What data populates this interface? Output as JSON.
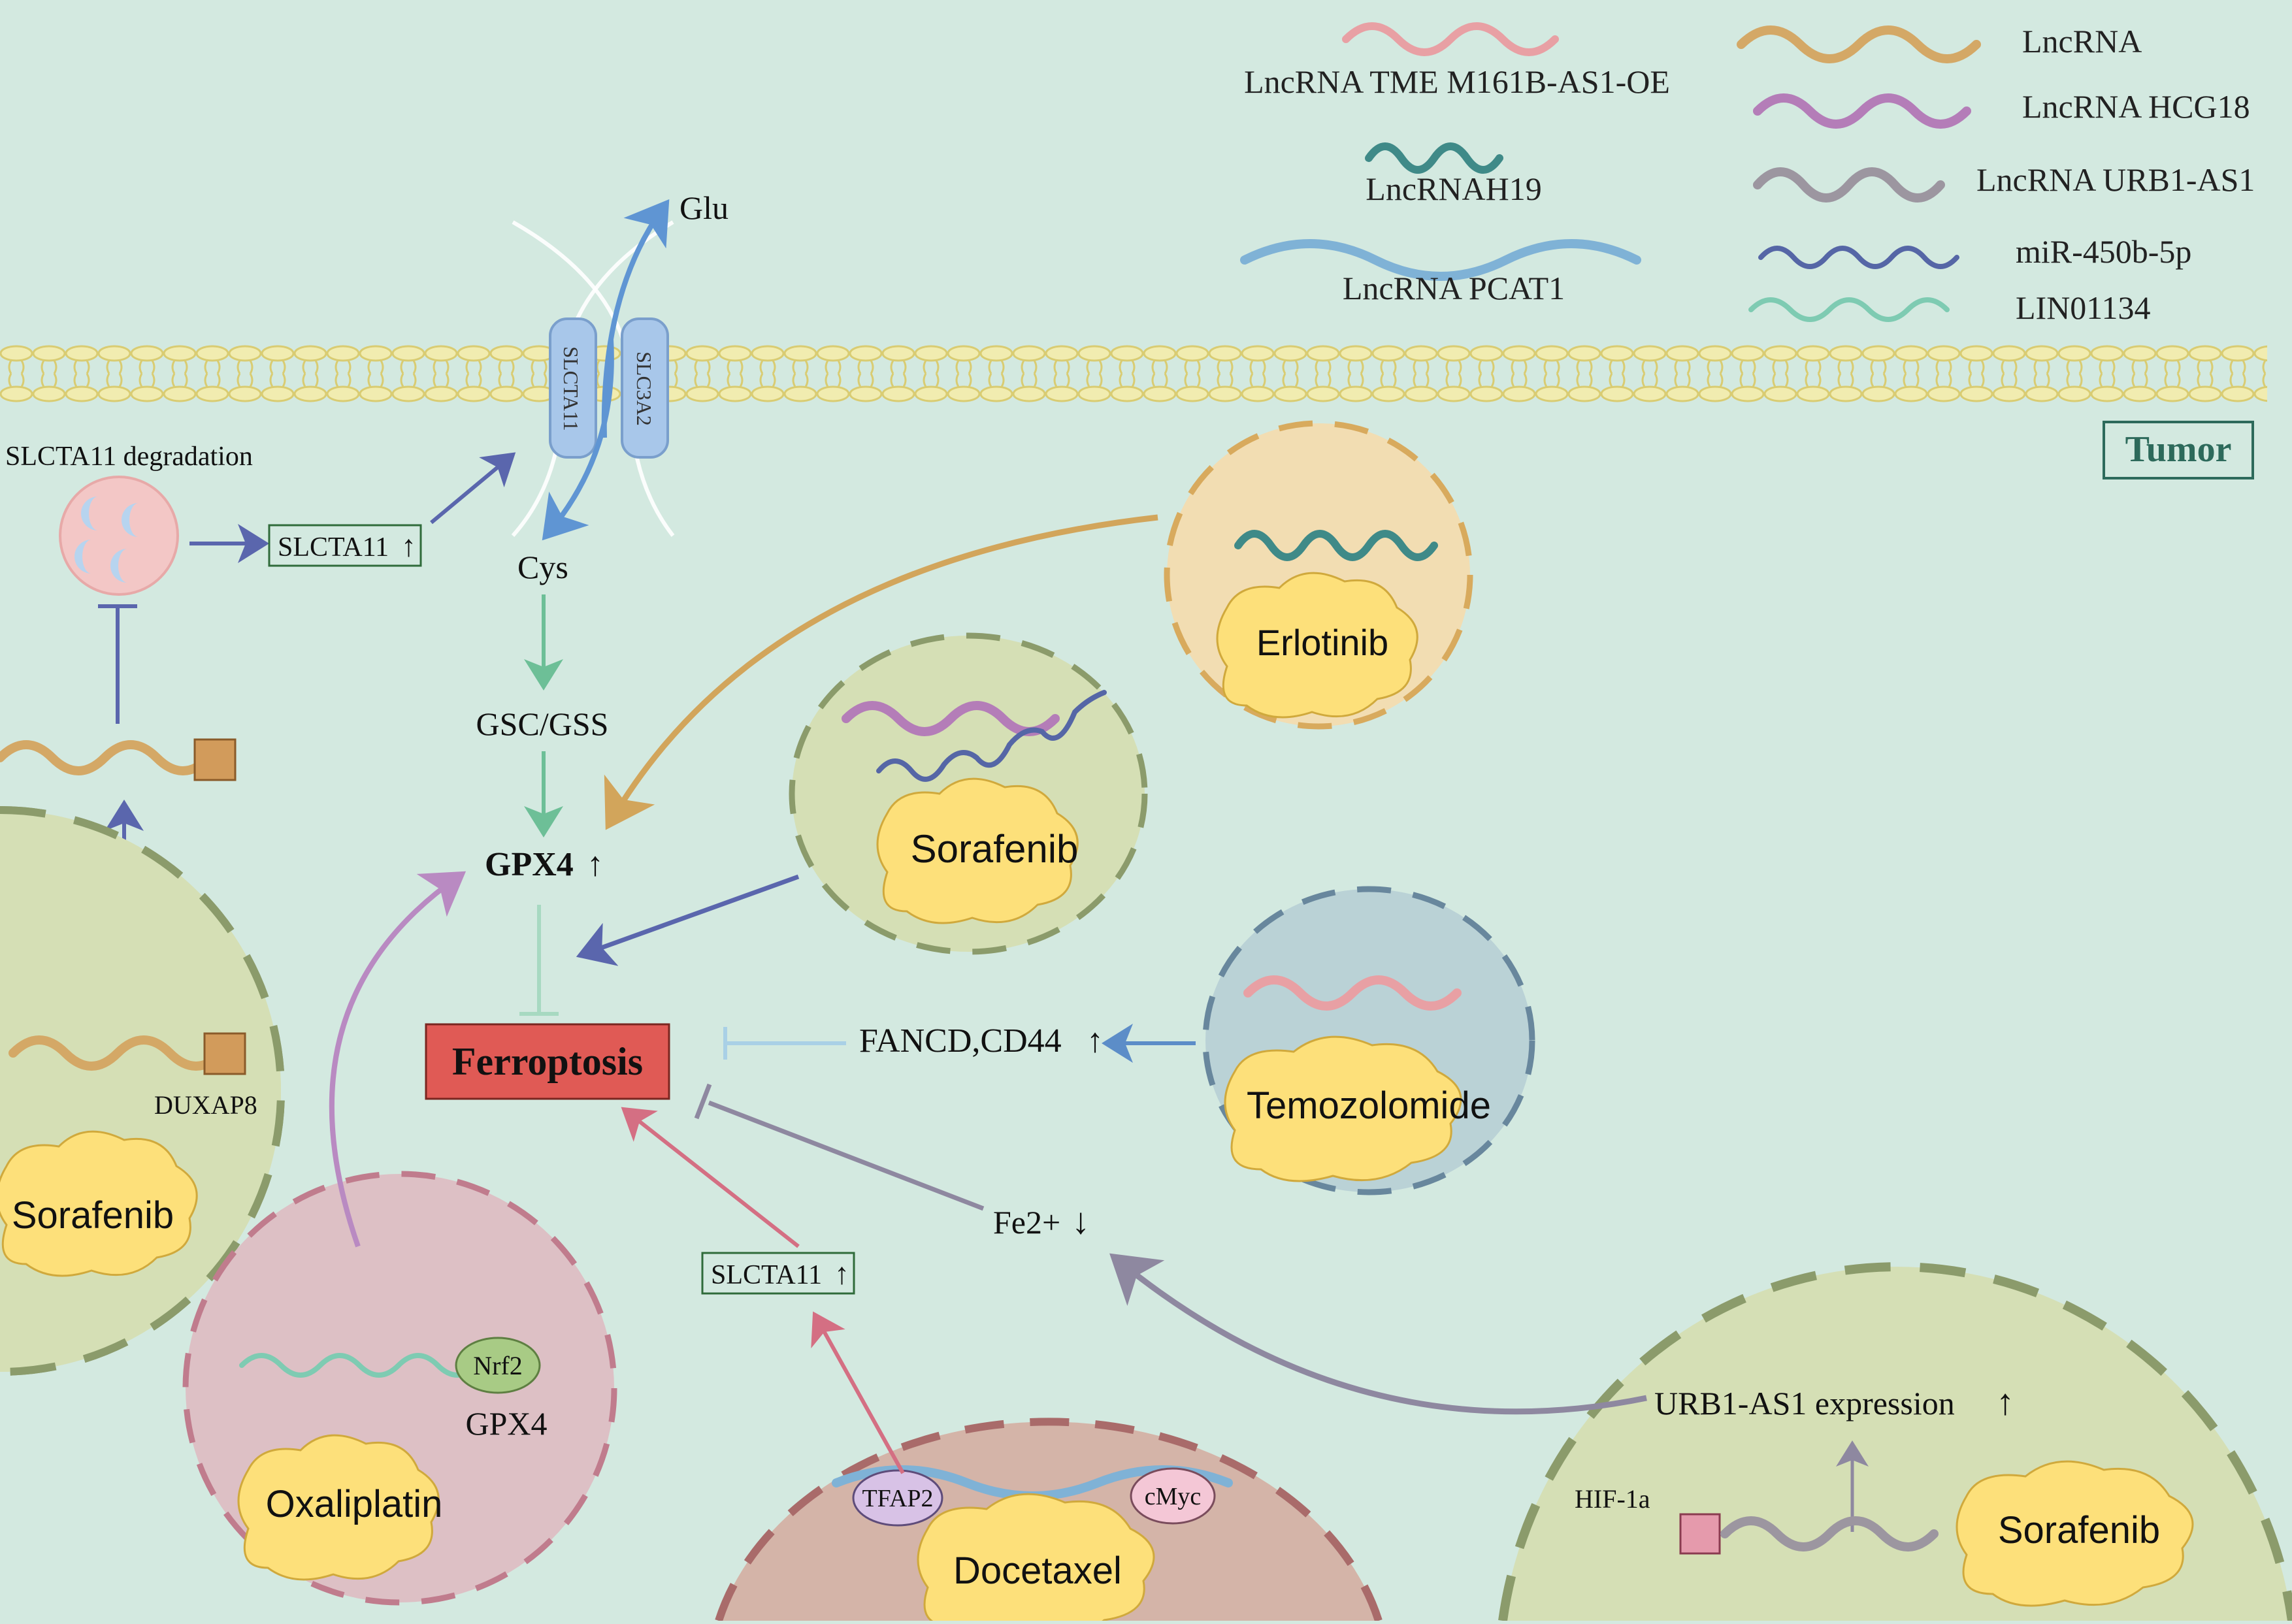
{
  "legend": {
    "items": [
      {
        "label": "LncRNA TME M161B-AS1-OE",
        "color": "#e8a0a4"
      },
      {
        "label": "LncRNAH19",
        "color": "#3f8a88"
      },
      {
        "label": "LncRNA PCAT1",
        "color": "#7fb2d6"
      },
      {
        "label": "LncRNA",
        "color": "#d4a866"
      },
      {
        "label": "LncRNA HCG18",
        "color": "#b47db8"
      },
      {
        "label": "LncRNA URB1-AS1",
        "color": "#9c96a0"
      },
      {
        "label": "miR-450b-5p",
        "color": "#5566a6"
      },
      {
        "label": "LIN01134",
        "color": "#7ecbb2"
      }
    ]
  },
  "membrane": {
    "transporter_left": "SLCTA11",
    "transporter_right": "SLC3A2",
    "tumor_label": "Tumor"
  },
  "pathway": {
    "glu": "Glu",
    "cys": "Cys",
    "gsc_gss": "GSC/GSS",
    "gpx4": "GPX4",
    "up_arrow": "↑",
    "down_arrow": "↓",
    "ferroptosis": "Ferroptosis",
    "fancd_cd44": "FANCD,CD44",
    "fe2": "Fe2+",
    "slcta11_degradation": "SLCTA11 degradation",
    "slcta11": "SLCTA11"
  },
  "cells": {
    "erlotinib": {
      "drug": "Erlotinib"
    },
    "sorafenib_mid": {
      "drug": "Sorafenib"
    },
    "temozolomide": {
      "drug": "Temozolomide"
    },
    "sorafenib_left": {
      "drug": "Sorafenib",
      "gene": "DUXAP8"
    },
    "oxaliplatin": {
      "drug": "Oxaliplatin",
      "factor": "Nrf2",
      "gene": "GPX4"
    },
    "docetaxel": {
      "drug": "Docetaxel",
      "factor_left": "TFAP2",
      "factor_right": "cMyc"
    },
    "sorafenib_right": {
      "drug": "Sorafenib",
      "expression": "URB1-AS1 expression",
      "hif": "HIF-1a"
    }
  },
  "colors": {
    "background": "#d3e9e0",
    "membrane": "#f1ecb0",
    "ferroptosis_box": "#e05a55",
    "drug_cloud": "#fde07a"
  }
}
